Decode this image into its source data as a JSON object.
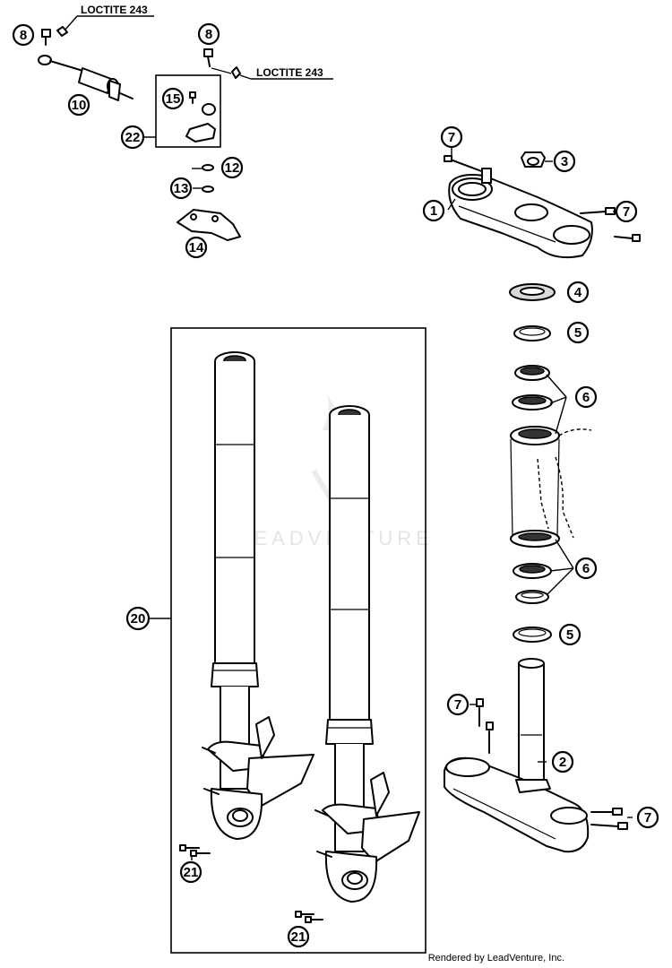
{
  "loctite": [
    "LOCTITE 243",
    "LOCTITE 243"
  ],
  "callouts": [
    "8",
    "8",
    "10",
    "15",
    "22",
    "12",
    "13",
    "14",
    "7",
    "3",
    "1",
    "7",
    "4",
    "5",
    "6",
    "6",
    "5",
    "7",
    "2",
    "7",
    "20",
    "21",
    "21"
  ],
  "watermark": "LEADVENTURE",
  "footer": "Rendered by LeadVenture, Inc."
}
